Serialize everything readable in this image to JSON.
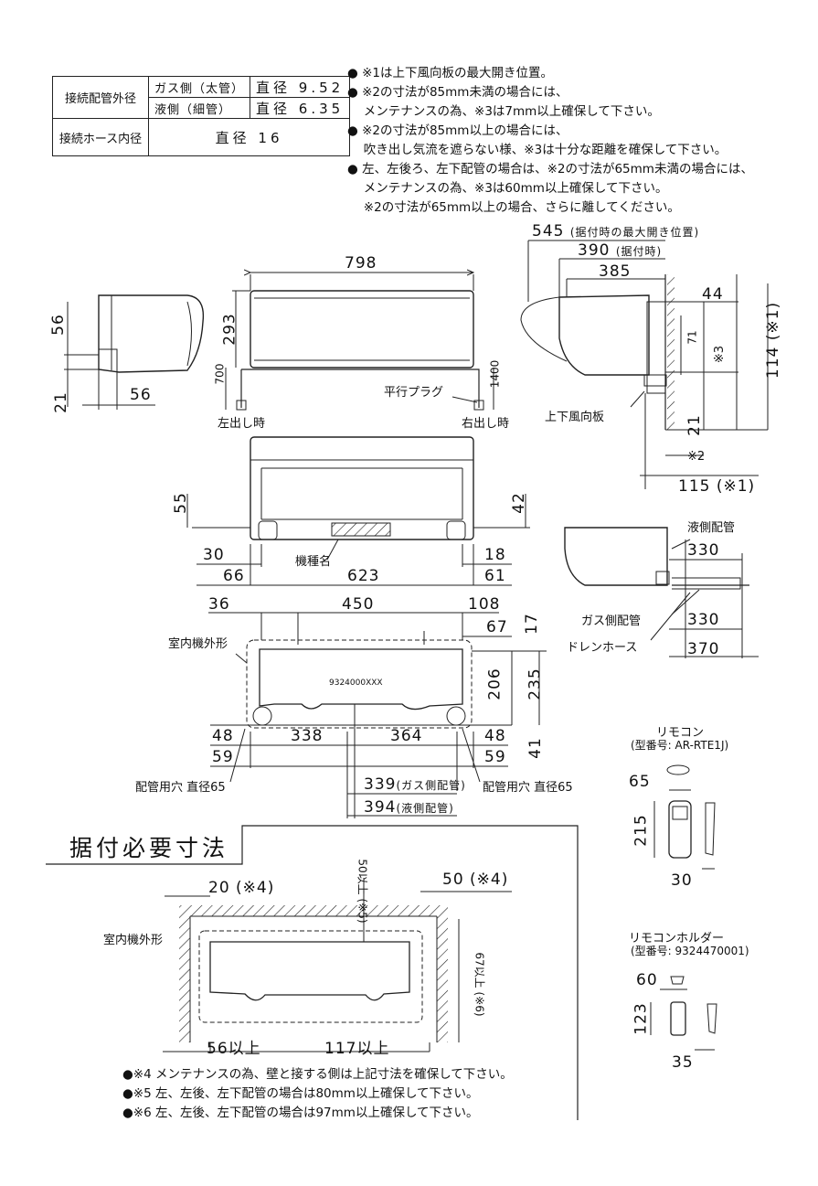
{
  "spec_table": {
    "pipe_label": "接続配管外径",
    "gas_side": "ガス側（太管）",
    "gas_value": "直径 9.52",
    "liquid_side": "液側（細管）",
    "liquid_value": "直径 6.35",
    "hose_label": "接続ホース内径",
    "hose_value": "直径 16"
  },
  "notes": [
    "● ※1は上下風向板の最大開き位置。",
    "● ※2の寸法が85mm未満の場合には、",
    "　 メンテナンスの為、※3は7mm以上確保して下さい。",
    "● ※2の寸法が85mm以上の場合には、",
    "　 吹き出し気流を遮らない様、※3は十分な距離を確保して下さい。",
    "● 左、左後ろ、左下配管の場合は、※2の寸法が65mm未満の場合には、",
    "　 メンテナンスの為、※3は60mm以上確保して下さい。",
    "　 ※2の寸法が65mm以上の場合、さらに離してください。"
  ],
  "dimensions": {
    "side_56_top": "56",
    "side_21": "21",
    "side_56_bottom": "56",
    "front_798": "798",
    "front_293": "293",
    "front_700": "700",
    "front_1400": "1400",
    "right_545": "545",
    "right_545_note": "(据付時の最大開き位置)",
    "right_390": "390",
    "right_390_note": "(据付時)",
    "right_385": "385",
    "right_44": "44",
    "right_71": "71",
    "right_114": "114",
    "right_114_note": "(※1)",
    "right_star3": "※3",
    "right_21": "21",
    "right_star2": "※2",
    "right_115": "115",
    "right_115_note": "(※1)",
    "bottom_55": "55",
    "bottom_42": "42",
    "bottom_30": "30",
    "bottom_18": "18",
    "bottom_66": "66",
    "bottom_623": "623",
    "bottom_61": "61",
    "pipe_330a": "330",
    "pipe_330b": "330",
    "pipe_370": "370",
    "back_36": "36",
    "back_450": "450",
    "back_108": "108",
    "back_17": "17",
    "back_67": "67",
    "back_206": "206",
    "back_235": "235",
    "back_48a": "48",
    "back_338": "338",
    "back_364": "364",
    "back_48b": "48",
    "back_59a": "59",
    "back_59b": "59",
    "back_41": "41",
    "back_339": "339",
    "back_339_note": "(ガス側配管)",
    "back_394": "394",
    "back_394_note": "(液側配管)"
  },
  "labels": {
    "left_out": "左出し時",
    "right_out": "右出し時",
    "parallel_plug": "平行プラグ",
    "louver": "上下風向板",
    "model_name": "機種名",
    "liquid_pipe": "液側配管",
    "gas_pipe": "ガス側配管",
    "drain_hose": "ドレンホース",
    "indoor_outline": "室内機外形",
    "pipe_hole_left": "配管用穴 直径65",
    "pipe_hole_right": "配管用穴 直径65",
    "plate_model": "9324000XXX"
  },
  "remote": {
    "title": "リモコン",
    "model": "(型番号: AR-RTE1J)",
    "w": "65",
    "h": "215",
    "d": "30"
  },
  "holder": {
    "title": "リモコンホルダー",
    "model": "(型番号: 9324470001)",
    "w": "60",
    "h": "123",
    "d": "35"
  },
  "install": {
    "title": "据付必要寸法",
    "d20": "20",
    "d20_note": "(※4)",
    "d50": "50",
    "d50_note": "(※4)",
    "d50_top": "50以上",
    "d50_top_note": "(※5)",
    "d67": "67以上",
    "d67_note": "(※6)",
    "d56": "56以上",
    "d117": "117以上",
    "indoor_outline": "室内機外形",
    "notes": [
      "●※4 メンテナンスの為、壁と接する側は上記寸法を確保して下さい。",
      "●※5 左、左後、左下配管の場合は80mm以上確保して下さい。",
      "●※6 左、左後、左下配管の場合は97mm以上確保して下さい。"
    ]
  }
}
